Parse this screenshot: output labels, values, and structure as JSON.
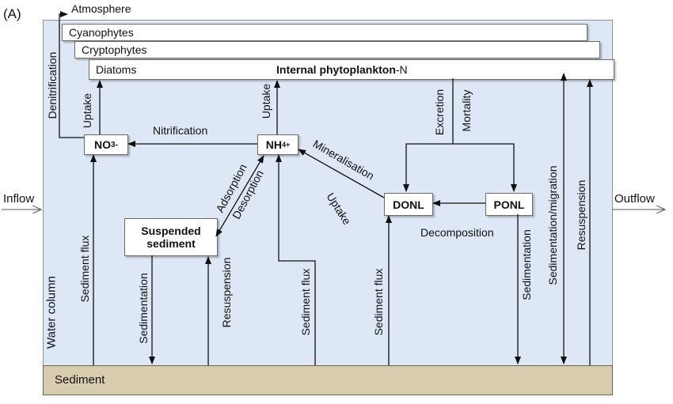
{
  "panel_label": "(A)",
  "compartments": {
    "atmosphere": "Atmosphere",
    "water_column": "Water column",
    "sediment": "Sediment",
    "inflow": "Inflow",
    "outflow": "Outflow"
  },
  "phytoplankton": {
    "cyanophytes": "Cyanophytes",
    "cryptophytes": "Cryptophytes",
    "diatoms": "Diatoms",
    "internal_n_bold": "Internal phytoplankton",
    "internal_n_suffix": "-N"
  },
  "nodes": {
    "no3_main": "NO",
    "no3_sub": "3",
    "no3_sup": "-",
    "nh4_main": "NH",
    "nh4_sub": "4",
    "nh4_sup": "+",
    "suspended_line1": "Suspended",
    "suspended_line2": "sediment",
    "donl": "DONL",
    "ponl": "PONL"
  },
  "flux_labels": {
    "denitrification": "Denitrification",
    "uptake_no3": "Uptake",
    "uptake_nh4": "Uptake",
    "nitrification": "Nitrification",
    "excretion": "Excretion",
    "mortality": "Mortality",
    "mineralisation": "Mineralisation",
    "uptake_donl": "Uptake",
    "adsorption": "Adsorption",
    "desorption": "Desorption",
    "decomposition": "Decomposition",
    "sediment_flux_no3": "Sediment flux",
    "sedimentation_ss": "Sedimentation",
    "resuspension_ss": "Resuspension",
    "sediment_flux_nh4": "Sediment flux",
    "sediment_flux_donl": "Sediment flux",
    "sedimentation_ponl": "Sedimentation",
    "sedimentation_migration": "Sedimentation/migration",
    "resuspension_phyto": "Resuspension"
  }
}
